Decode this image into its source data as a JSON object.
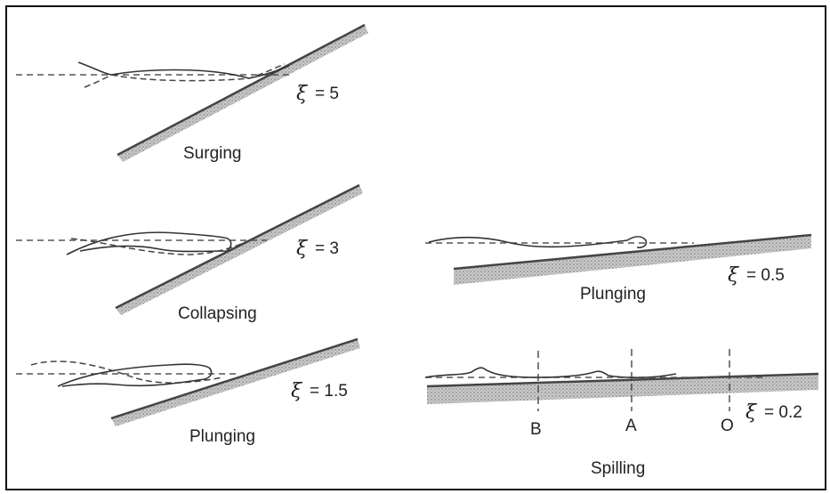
{
  "panels": [
    {
      "label": "Surging",
      "xi_value": "= 5"
    },
    {
      "label": "Collapsing",
      "xi_value": "= 3"
    },
    {
      "label": "Plunging",
      "xi_value": "= 1.5"
    },
    {
      "label": "Plunging",
      "xi_value": "= 0.5"
    },
    {
      "label": "Spilling",
      "xi_value": "= 0.2"
    }
  ],
  "xi_symbol": "ξ",
  "section_markers": [
    "B",
    "A",
    "O"
  ],
  "colors": {
    "line": "#444444",
    "text": "#222222",
    "stipple": "#9a9a9a"
  }
}
